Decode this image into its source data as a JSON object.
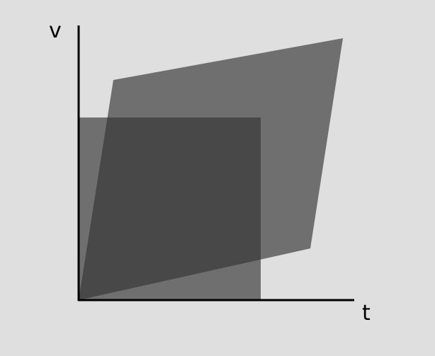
{
  "diagram": {
    "axes": {
      "y_label": "v",
      "x_label": "t"
    },
    "colors": {
      "background": "#dfdfdf",
      "axis": "#000000",
      "shape": "#333333",
      "shape_opacity": 0.65
    }
  }
}
